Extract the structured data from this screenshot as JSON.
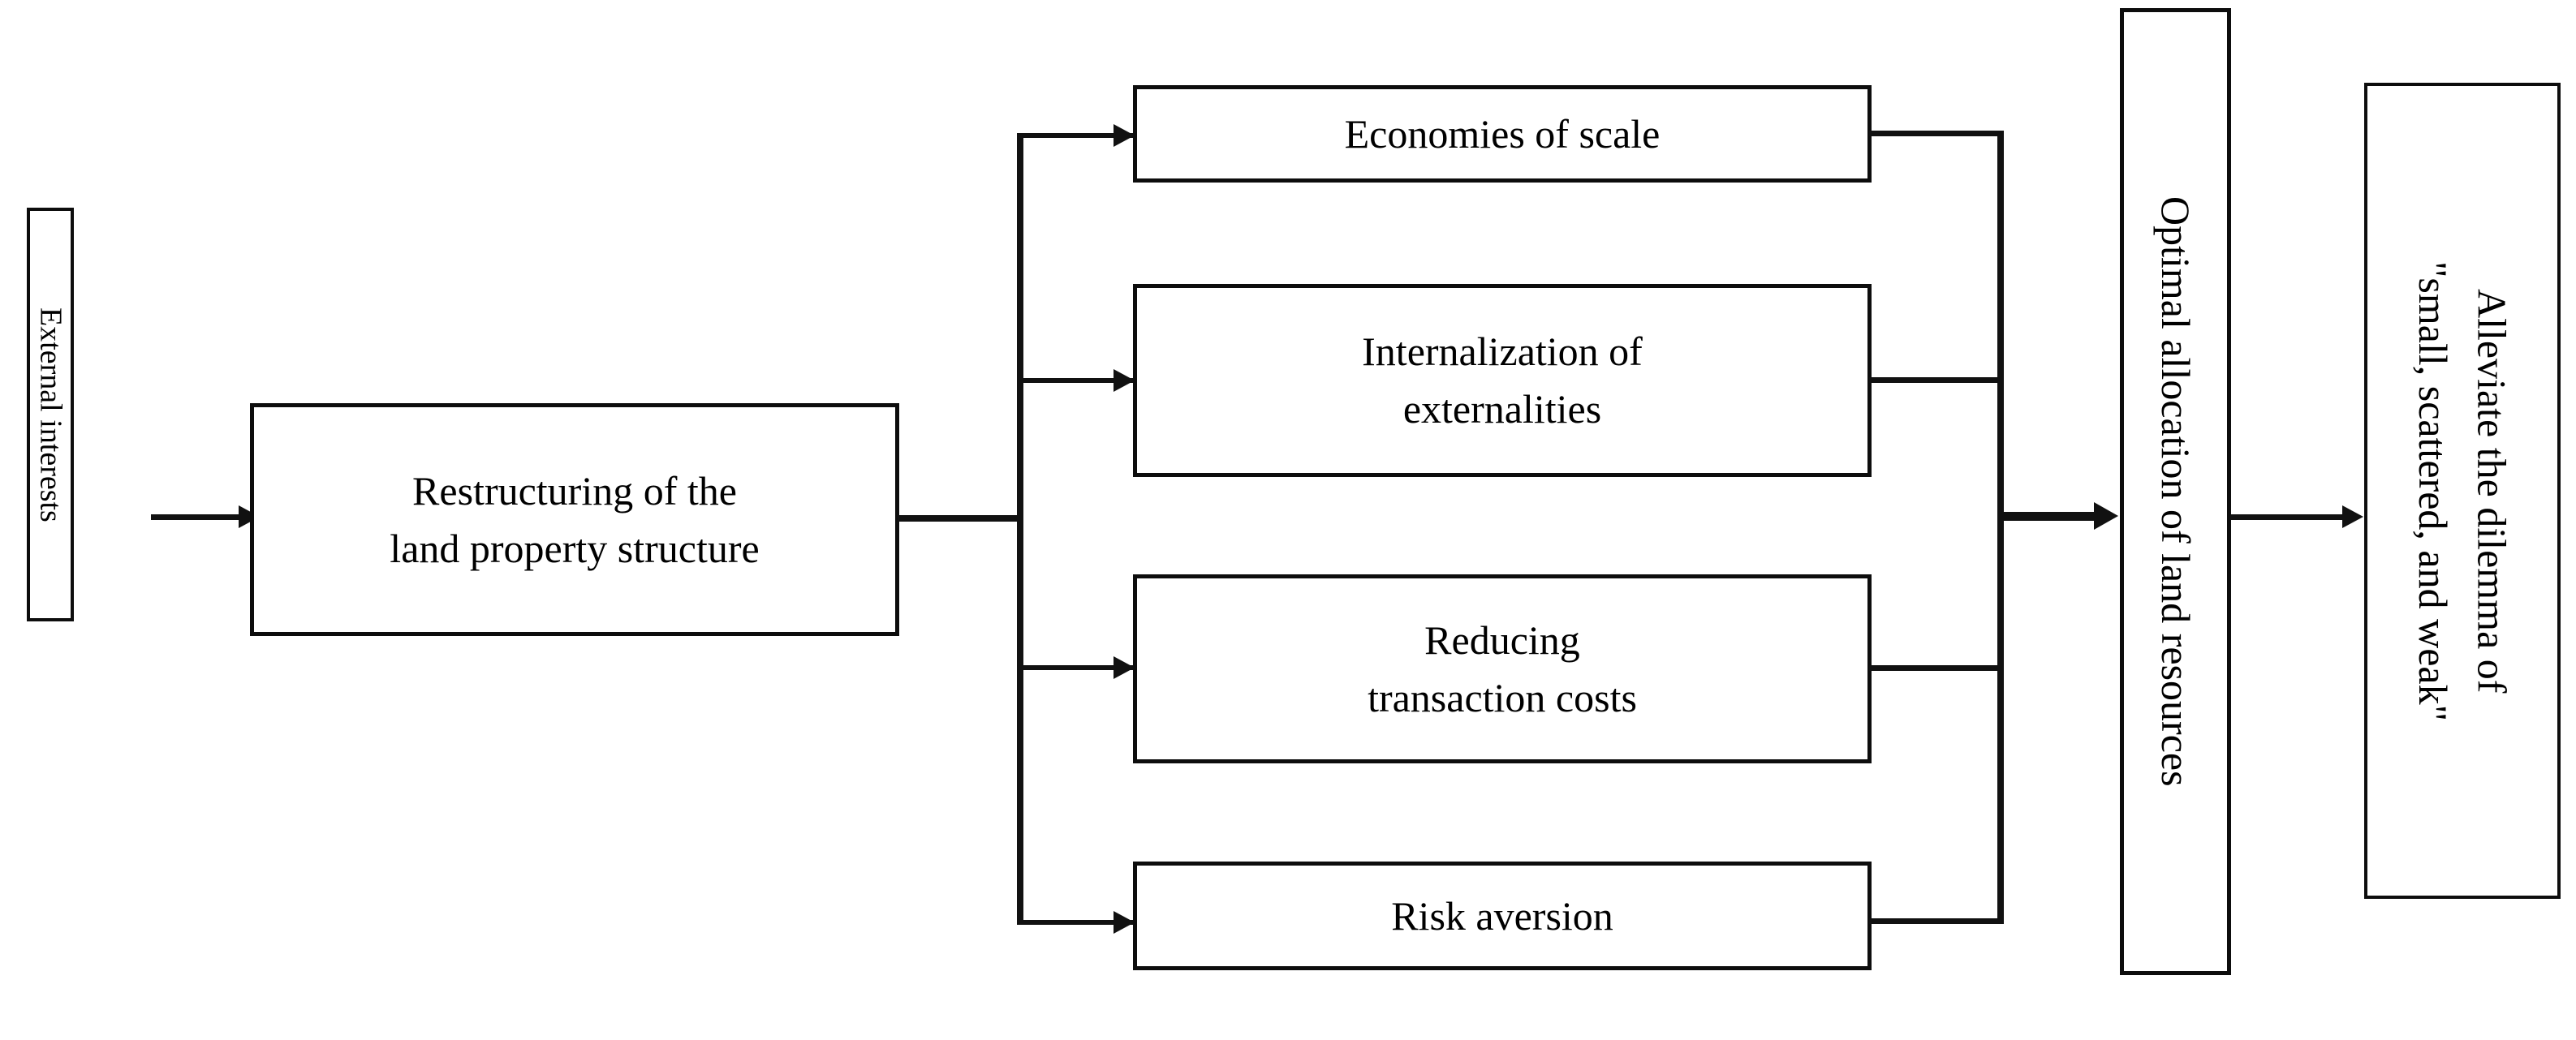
{
  "diagram": {
    "title": "Restructuring of the land property structure mechanism diagram",
    "colors": {
      "stroke": "#111111",
      "box_border": "#0d0d0d",
      "background": "#ffffff",
      "text": "#000000"
    },
    "nodes": {
      "external_interests": {
        "label": "External interests",
        "orientation": "vertical"
      },
      "restructuring": {
        "label": "Restructuring of the\nland property structure",
        "orientation": "horizontal"
      },
      "economies_of_scale": {
        "label": "Economies of scale",
        "orientation": "horizontal"
      },
      "internalization": {
        "label": "Internalization of\nexternalities",
        "orientation": "horizontal"
      },
      "reducing_costs": {
        "label": "Reducing\ntransaction costs",
        "orientation": "horizontal"
      },
      "risk_aversion": {
        "label": "Risk aversion",
        "orientation": "horizontal"
      },
      "optimal_allocation": {
        "label": "Optimal allocation of land resources",
        "orientation": "vertical"
      },
      "alleviate_dilemma": {
        "label": "Alleviate the dilemma of\n\"small, scattered, and weak\"",
        "orientation": "vertical"
      }
    },
    "edges": [
      {
        "name": "external-to-restructuring",
        "from": "external_interests",
        "to": "restructuring",
        "style": "arrow"
      },
      {
        "name": "restructuring-to-branch-trunk",
        "from": "restructuring",
        "to": "branch-trunk",
        "style": "line"
      },
      {
        "name": "branch-to-economies-of-scale",
        "from": "branch-trunk",
        "to": "economies_of_scale",
        "style": "arrow"
      },
      {
        "name": "branch-to-internalization",
        "from": "branch-trunk",
        "to": "internalization",
        "style": "arrow"
      },
      {
        "name": "branch-to-reducing-costs",
        "from": "branch-trunk",
        "to": "reducing_costs",
        "style": "arrow"
      },
      {
        "name": "branch-to-risk-aversion",
        "from": "branch-trunk",
        "to": "risk_aversion",
        "style": "arrow"
      },
      {
        "name": "economies-of-scale-to-merge",
        "from": "economies_of_scale",
        "to": "merge-trunk",
        "style": "line"
      },
      {
        "name": "internalization-to-merge",
        "from": "internalization",
        "to": "merge-trunk",
        "style": "line"
      },
      {
        "name": "reducing-costs-to-merge",
        "from": "reducing_costs",
        "to": "merge-trunk",
        "style": "line"
      },
      {
        "name": "risk-aversion-to-merge",
        "from": "risk_aversion",
        "to": "merge-trunk",
        "style": "line"
      },
      {
        "name": "merge-to-optimal-allocation",
        "from": "merge-trunk",
        "to": "optimal_allocation",
        "style": "arrow"
      },
      {
        "name": "optimal-allocation-to-alleviate",
        "from": "optimal_allocation",
        "to": "alleviate_dilemma",
        "style": "arrow"
      }
    ]
  }
}
